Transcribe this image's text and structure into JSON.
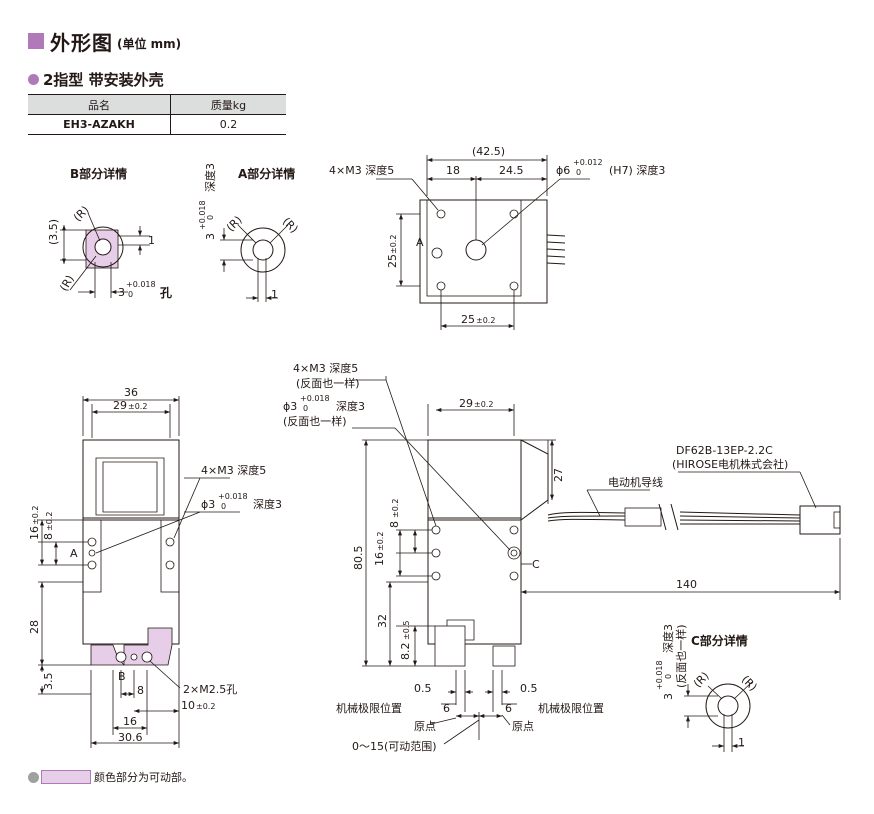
{
  "header": {
    "title": "外形图",
    "unit": "(单位 mm)"
  },
  "subtitle": "2指型 带安装外壳",
  "spec_table": {
    "headers": [
      "品名",
      "质量kg"
    ],
    "rows": [
      [
        "EH3-AZAKH",
        "0.2"
      ]
    ]
  },
  "colors": {
    "accent": "#b07ab8",
    "movable_fill": "#e6cde8",
    "line": "#231815",
    "gray_dot": "#9fa0a0"
  },
  "detail_b": {
    "title": "B部分详情",
    "dim_35": "(3.5)",
    "r1": "(R)",
    "r2": "(R)",
    "dim_1": "1",
    "hole_a": "3",
    "hole_tol_top": "+0.018",
    "hole_tol_bot": "0",
    "hole_b": "孔"
  },
  "detail_a": {
    "title": "A部分详情",
    "v_label": "3",
    "v_tol_top": "+0.018",
    "v_tol_bot": "0",
    "v_depth": "深度3",
    "r1": "(R)",
    "r2": "(R)",
    "dim_1": "1"
  },
  "top_view": {
    "dim_425": "(42.5)",
    "dim_18": "18",
    "dim_245": "24.5",
    "screw": "4×M3 深度5",
    "phi_a": "ϕ6",
    "phi_tol_top": "+0.012",
    "phi_tol_bot": "0",
    "phi_b": "(H7) 深度3",
    "label_a": "A",
    "dim_25v_a": "25",
    "dim_25v_b": "±0.2",
    "dim_25h_a": "25",
    "dim_25h_b": "±0.2"
  },
  "front_view": {
    "dim_36": "36",
    "dim_29_a": "29",
    "dim_29_b": "±0.2",
    "screw": "4×M3 深度5",
    "phi_a": "ϕ3",
    "phi_tol_top": "+0.018",
    "phi_tol_bot": "0",
    "phi_b": "深度3",
    "dim_16_a": "16",
    "dim_16_b": "±0.2",
    "dim_8_a": "8",
    "dim_8_b": "±0.2",
    "label_a": "A",
    "dim_28": "28",
    "dim_35": "3.5",
    "label_b": "B",
    "dim_8": "8",
    "screw2": "2×M2.5孔",
    "dim_10_a": "10",
    "dim_10_b": "±0.2",
    "dim_16": "16",
    "dim_306": "30.6"
  },
  "side_view": {
    "screw": "4×M3 深度5",
    "screw_note": "(反面也一样)",
    "phi_a": "ϕ3",
    "phi_tol_top": "+0.018",
    "phi_tol_bot": "0",
    "phi_b": "深度3",
    "phi_note": "(反面也一样)",
    "dim_29_a": "29",
    "dim_29_b": "±0.2",
    "dim_805": "80.5",
    "dim_8_a": "8",
    "dim_8_b": "±0.2",
    "dim_16_a": "16",
    "dim_16_b": "±0.2",
    "dim_32": "32",
    "dim_82_a": "8.2",
    "dim_82_b": "±0.5",
    "dim_27": "27",
    "label_c": "C",
    "dim_140": "140",
    "cable_label": "电动机导线",
    "connector_part": "DF62B-13EP-2.2C",
    "connector_maker": "(HIROSE电机株式会社)",
    "dim_05_l": "0.5",
    "dim_05_r": "0.5",
    "dim_6_l": "6",
    "dim_6_r": "6",
    "mech_limit_l": "机械极限位置",
    "mech_limit_r": "机械极限位置",
    "origin_l": "原点",
    "origin_r": "原点",
    "stroke": "0～15(可动范围)"
  },
  "detail_c": {
    "title": "C部分详情",
    "v_label": "3",
    "v_tol_top": "+0.018",
    "v_tol_bot": "0",
    "v_depth": "深度3",
    "v_note": "(反面也一样)",
    "r1": "(R)",
    "r2": "(R)",
    "dim_1": "1"
  },
  "legend": {
    "text": "颜色部分为可动部。"
  }
}
